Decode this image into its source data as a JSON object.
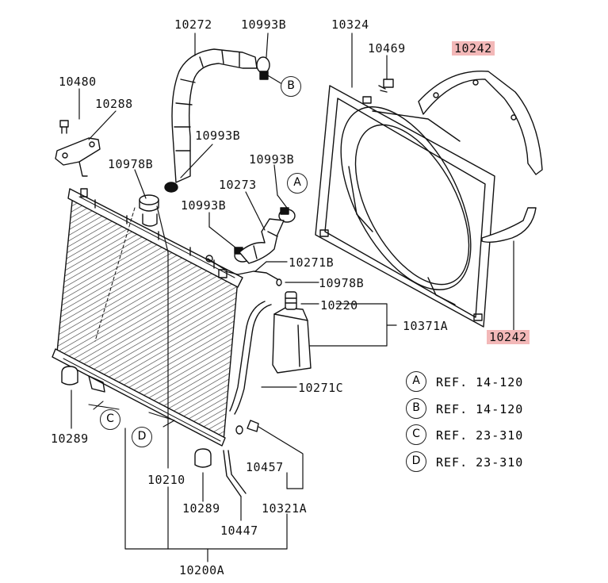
{
  "parts": {
    "p10272": "10272",
    "p10993B_a": "10993B",
    "p10324": "10324",
    "p10469": "10469",
    "p10242_top": "10242",
    "p10480": "10480",
    "p10288": "10288",
    "p10993B_b": "10993B",
    "p10978B_a": "10978B",
    "p10993B_c": "10993B",
    "p10273": "10273",
    "p10993B_d": "10993B",
    "p10271B": "10271B",
    "p10978B_b": "10978B",
    "p10220": "10220",
    "p10371A": "10371A",
    "p10242_bottom": "10242",
    "p10271C": "10271C",
    "p10289_a": "10289",
    "p10457": "10457",
    "p10210": "10210",
    "p10289_b": "10289",
    "p10321A": "10321A",
    "p10447": "10447",
    "p10200A": "10200A"
  },
  "callouts": {
    "A": "A",
    "B": "B",
    "C": "C",
    "D": "D"
  },
  "references": [
    {
      "letter": "A",
      "text": "REF. 14-120"
    },
    {
      "letter": "B",
      "text": "REF. 14-120"
    },
    {
      "letter": "C",
      "text": "REF. 23-310"
    },
    {
      "letter": "D",
      "text": "REF. 23-310"
    }
  ],
  "colors": {
    "line": "#111111",
    "highlight": "#f3b8b8"
  }
}
